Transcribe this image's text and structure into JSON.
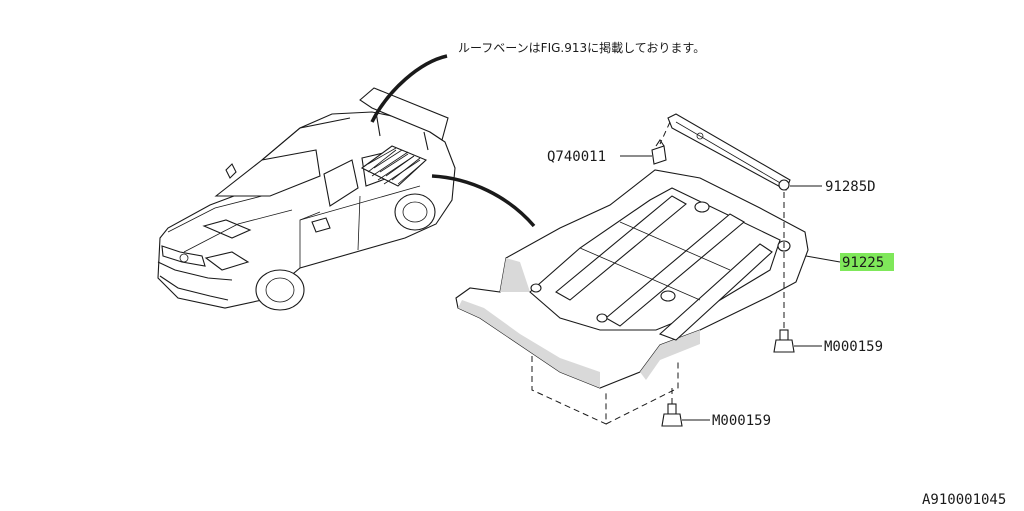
{
  "callouts": {
    "note": "ルーフベーンはFIG.913に掲載しております。",
    "q740011": "Q740011",
    "p91285d": "91285D",
    "p91225": "91225",
    "m000159_right": "M000159",
    "m000159_bottom": "M000159",
    "figure_id": "A910001045"
  },
  "colors": {
    "highlight": "#7fe85a",
    "line": "#1a1a1a"
  }
}
